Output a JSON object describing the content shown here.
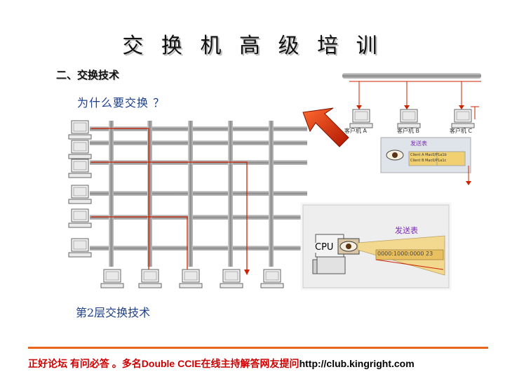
{
  "title": "交 换 机 高 级 培 训",
  "section_title": "二、交换技术",
  "question": "为什么要交换 ？",
  "layer2_label": "第2层交换技术",
  "footer": {
    "text": "正好论坛 有问必答 。多名Double CCIE在线主持解答网友提问",
    "url": "http://club.kingright.com"
  },
  "diagram": {
    "clients": [
      "客户机 A",
      "客户机 B",
      "客户机 C"
    ],
    "forwarding_table_label": "发送表",
    "forwarding_table_rows": [
      "Client A Mac0/P1a1b",
      "Client B Mac0/P1a1c"
    ],
    "cpu_label": "CPU",
    "forwarding_table_label_2": "发送表",
    "address_text": "0000:1000:0000 23",
    "colors": {
      "accent_red": "#cc2200",
      "arrow_red": "#e03010",
      "bus_gray": "#9a9a9a",
      "footer_orange": "#e8661c"
    }
  }
}
